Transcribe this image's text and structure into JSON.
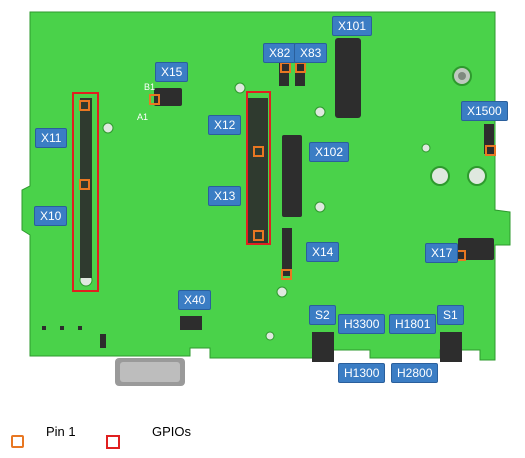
{
  "labels": {
    "x101": "X101",
    "x82": "X82",
    "x83": "X83",
    "x15": "X15",
    "b1": "B1",
    "a1": "A1",
    "x11": "X11",
    "x12": "X12",
    "x1500": "X1500",
    "x102": "X102",
    "x13": "X13",
    "x10": "X10",
    "x14": "X14",
    "x17": "X17",
    "x40": "X40",
    "s2": "S2",
    "s1": "S1",
    "h3300": "H3300",
    "h1801": "H1801",
    "h1300": "H1300",
    "h2800": "H2800"
  },
  "legend": {
    "pin1_label": "Pin 1",
    "gpio_label": "GPIOs"
  },
  "colors": {
    "board": "#4ad24a",
    "board_edge": "#2e9a2e",
    "label_bg": "#3b7dc4",
    "pin1": "#e87722",
    "gpio": "#e02020"
  }
}
